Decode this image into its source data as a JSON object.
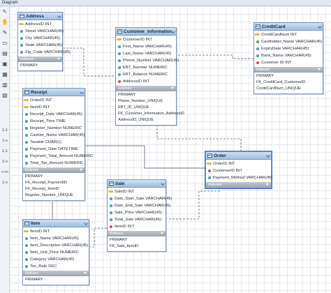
{
  "window": {
    "title": "Diagram"
  },
  "toolbar": [
    {
      "name": "select-icon",
      "glyph": "↖"
    },
    {
      "name": "hand-icon",
      "glyph": "✋"
    },
    {
      "name": "eraser-icon",
      "glyph": "✎"
    },
    {
      "name": "layer-icon",
      "glyph": "▭"
    },
    {
      "name": "text-icon",
      "glyph": "▤"
    },
    {
      "name": "image-icon",
      "glyph": "▣"
    },
    {
      "name": "table-icon",
      "glyph": "▦"
    },
    {
      "name": "view-icon",
      "glyph": "▥"
    },
    {
      "name": "routine-icon",
      "glyph": "▧"
    },
    {
      "name": "relation-1-1-icon",
      "glyph": "1:1"
    },
    {
      "name": "relation-1-n-icon",
      "glyph": "1:n"
    },
    {
      "name": "relation-1-1-id-icon",
      "glyph": "1:1"
    },
    {
      "name": "relation-1-n-id-icon",
      "glyph": "1:n"
    },
    {
      "name": "relation-n-m-icon",
      "glyph": "n:m"
    },
    {
      "name": "relation-existing-icon",
      "glyph": "1:n"
    }
  ],
  "tables": {
    "address": {
      "title": "Address",
      "columns": [
        {
          "label": "AddressID INT",
          "key": "pk"
        },
        {
          "label": "Street VARCHAR(45)",
          "key": "at"
        },
        {
          "label": "City VARCHAR(45)",
          "key": "at"
        },
        {
          "label": "State VARCHAR(45)",
          "key": "at"
        },
        {
          "label": "Zip_Code VARCHAR(45)",
          "key": "at"
        }
      ],
      "indexes_label": "Indexes",
      "indexes": [
        "PRIMARY"
      ]
    },
    "customer": {
      "title": "Customer_Information",
      "columns": [
        {
          "label": "CustomerID INT",
          "key": "pk"
        },
        {
          "label": "First_Name VARCHAR(45)",
          "key": "at"
        },
        {
          "label": "Last_Name VARCHAR(45)",
          "key": "at"
        },
        {
          "label": "Phone_Number VARCHAR(45)",
          "key": "at"
        },
        {
          "label": "EBT_Number NUMERIC",
          "key": "at"
        },
        {
          "label": "EBT_Balance NUMERIC",
          "key": "at"
        },
        {
          "label": "AddressID INT",
          "key": "fk"
        }
      ],
      "indexes_label": "Indexes",
      "indexes": [
        "PRIMARY",
        "Phone_Number_UNIQUE",
        "EBT_ID_UNIQUE",
        "FK_Customer_Information_AddressID",
        "AddressID_UNIQUE"
      ]
    },
    "creditcard": {
      "title": "CreditCard",
      "columns": [
        {
          "label": "CreditCardNum INT",
          "key": "pk"
        },
        {
          "label": "Cardholder_Name VARCHAR(45)",
          "key": "at"
        },
        {
          "label": "ExpiryDate VARCHAR(45)",
          "key": "at"
        },
        {
          "label": "Bank_Name VARCHAR(45)",
          "key": "at"
        },
        {
          "label": "Customer ID INT",
          "key": "fk"
        }
      ],
      "indexes_label": "Indexes",
      "indexes": [
        "PRIMARY",
        "FK_CreditCard_CustomerID",
        "CreditCardNum_UNIQUE"
      ]
    },
    "receipt": {
      "title": "Receipt",
      "columns": [
        {
          "label": "OrderID INT",
          "key": "pk"
        },
        {
          "label": "ItemID INT",
          "key": "pk"
        },
        {
          "label": "Receipt_Date VARCHAR(45)",
          "key": "at"
        },
        {
          "label": "Receipt_Time TIME",
          "key": "at"
        },
        {
          "label": "Register_Number NUMERIC",
          "key": "at"
        },
        {
          "label": "Cashier_Name VARCHAR(45)",
          "key": "at"
        },
        {
          "label": "Taxable CHAR(1)",
          "key": "at"
        },
        {
          "label": "Payment_Date DATETIME",
          "key": "at"
        },
        {
          "label": "Payment_Total_Amount NUMERIC",
          "key": "at"
        },
        {
          "label": "Total_Tax_Amount NUMERIC",
          "key": "at"
        }
      ],
      "indexes_label": "Indexes",
      "indexes": [
        "PRIMARY",
        "FK_Receipt_PaymentID",
        "FK_Receipt_ItemID",
        "Register_Number_UNIQUE"
      ]
    },
    "order": {
      "title": "Order",
      "columns": [
        {
          "label": "OrderID INT",
          "key": "pk"
        },
        {
          "label": "CustomerID INT",
          "key": "fk"
        },
        {
          "label": "Payment_Method VARCHAR(45)",
          "key": "at"
        }
      ],
      "indexes_label": "Indexes",
      "indexes": []
    },
    "sale": {
      "title": "Sale",
      "columns": [
        {
          "label": "SaleID INT",
          "key": "pk"
        },
        {
          "label": "Date_Start_Sale VARCHAR(45)",
          "key": "at"
        },
        {
          "label": "Date_End_Sale VARCHAR(45)",
          "key": "at"
        },
        {
          "label": "Sale_Price VARCHAR(45)",
          "key": "at"
        },
        {
          "label": "Total_Sale VARCHAR(45)",
          "key": "at"
        },
        {
          "label": "ItemID INT",
          "key": "fk"
        }
      ],
      "indexes_label": "Indexes",
      "indexes": [
        "PRIMARY",
        "FK_Sale_ItemID"
      ]
    },
    "item": {
      "title": "Item",
      "columns": [
        {
          "label": "ItemID INT",
          "key": "pk"
        },
        {
          "label": "Item_Name VARCHAR(45)",
          "key": "at"
        },
        {
          "label": "Item_Description VARCHAR(45)",
          "key": "at"
        },
        {
          "label": "Item_Unit_Price NUMERIC",
          "key": "at"
        },
        {
          "label": "Category VARCHAR(45)",
          "key": "at"
        },
        {
          "label": "Tax_Rate DEC",
          "key": "at"
        }
      ],
      "indexes_label": "Indexes",
      "indexes": [
        "PRIMARY"
      ]
    }
  }
}
